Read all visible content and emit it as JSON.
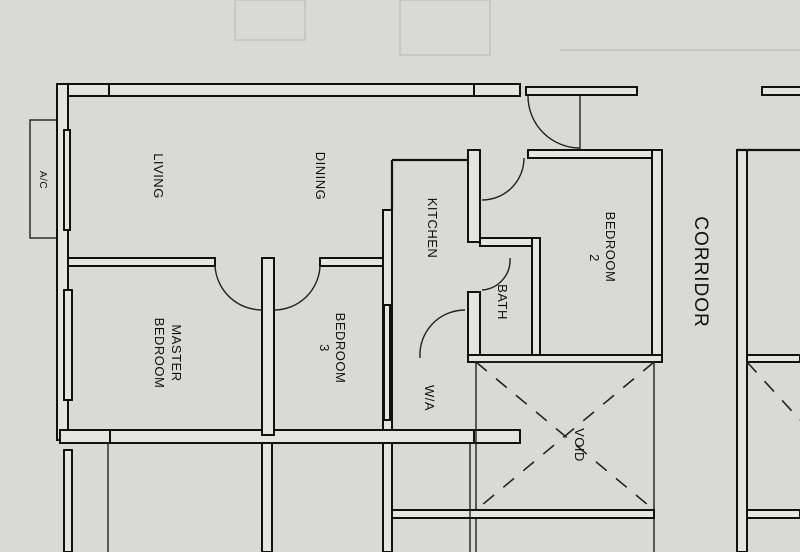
{
  "rooms": {
    "living": "LIVING",
    "dining": "DINING",
    "kitchen": "KITCHEN",
    "bedroom2": [
      "BEDROOM",
      "2"
    ],
    "bath": "BATH",
    "master_bedroom": [
      "MASTER",
      "BEDROOM"
    ],
    "bedroom3": [
      "BEDROOM",
      "3"
    ],
    "wa": "W/A",
    "void": "VOID",
    "ac": "A/C",
    "corridor": "CORRIDOR"
  }
}
